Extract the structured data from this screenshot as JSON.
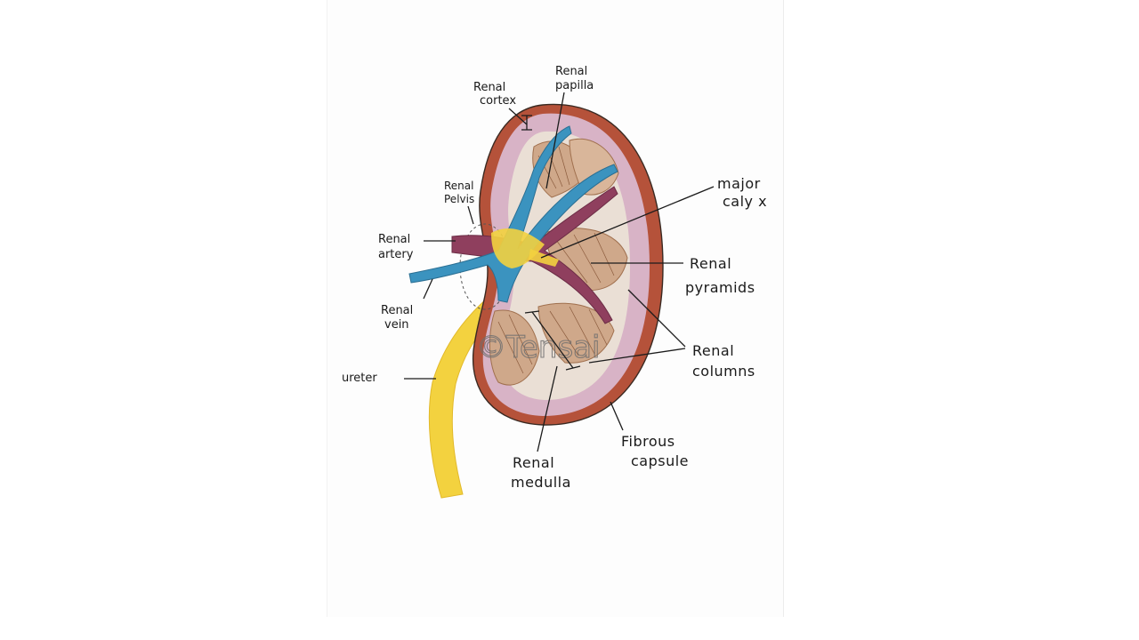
{
  "labels": {
    "renal_cortex": [
      "Renal",
      "cortex"
    ],
    "renal_papilla": [
      "Renal",
      "papilla"
    ],
    "renal_pelvis": [
      "Renal",
      "Pelvis"
    ],
    "major_calyx": [
      "major",
      "caly x"
    ],
    "renal_artery": [
      "Renal",
      "artery"
    ],
    "renal_pyramids": [
      "Renal",
      "pyramids"
    ],
    "renal_vein": [
      "Renal",
      "vein"
    ],
    "renal_columns": [
      "Renal",
      "columns"
    ],
    "ureter": "ureter",
    "fibrous_capsule": [
      "Fibrous",
      "capsule"
    ],
    "renal_medulla": [
      "Renal",
      "medulla"
    ]
  },
  "watermark": "©Tensai",
  "colors": {
    "capsule": "#b5523a",
    "cortex": "#d8b3c6",
    "pyramid": "#cfa88a",
    "vein": "#3b93bf",
    "artery": "#8f3f5e",
    "ureter": "#f3d23f"
  }
}
